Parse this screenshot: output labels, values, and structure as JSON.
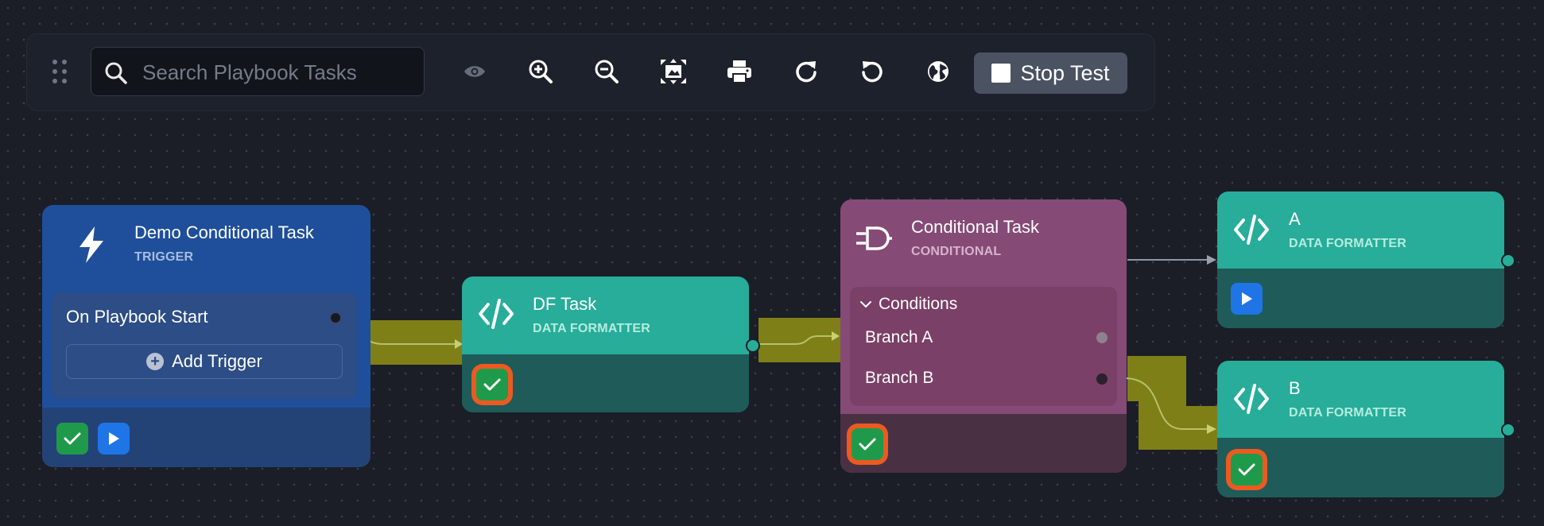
{
  "toolbar": {
    "search_placeholder": "Search Playbook Tasks",
    "stop_test_label": "Stop Test",
    "icons": [
      "drag-handle-icon",
      "eye-icon",
      "zoom-in-icon",
      "zoom-out-icon",
      "fit-view-icon",
      "print-icon",
      "redo-icon",
      "undo-icon",
      "globe-icon"
    ]
  },
  "nodes": {
    "trigger": {
      "title": "Demo Conditional Task",
      "subtitle": "TRIGGER",
      "item_label": "On Playbook Start",
      "add_trigger_label": "Add Trigger",
      "color": "#1f4f9a"
    },
    "df_task": {
      "title": "DF Task",
      "subtitle": "DATA FORMATTER",
      "color": "#27ad9a"
    },
    "conditional": {
      "title": "Conditional Task",
      "subtitle": "CONDITIONAL",
      "conditions_label": "Conditions",
      "branches": [
        "Branch A",
        "Branch B"
      ],
      "color": "#864a77"
    },
    "a": {
      "title": "A",
      "subtitle": "DATA FORMATTER"
    },
    "b": {
      "title": "B",
      "subtitle": "DATA FORMATTER"
    }
  },
  "colors": {
    "canvas": "#1b1e27",
    "edge_highlight": "#7f7f18",
    "status_success": "#1f9a4b",
    "status_run": "#1f75e6",
    "selected_outline": "#ec5a21"
  }
}
